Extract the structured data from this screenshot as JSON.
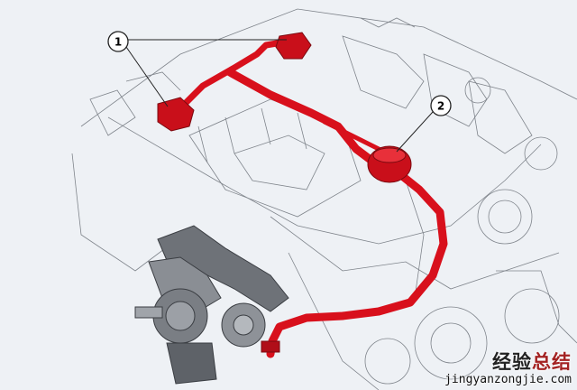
{
  "diagram": {
    "callouts": [
      {
        "label": "1"
      },
      {
        "label": "2"
      }
    ],
    "colors": {
      "background": "#eef1f5",
      "pipe": "#d8101c",
      "line": "#5a6068",
      "turbo": "#6e7278"
    }
  },
  "watermark": {
    "chinese_dark": "经验",
    "chinese_red": "总结",
    "url": "jingyanzongjie.com"
  }
}
